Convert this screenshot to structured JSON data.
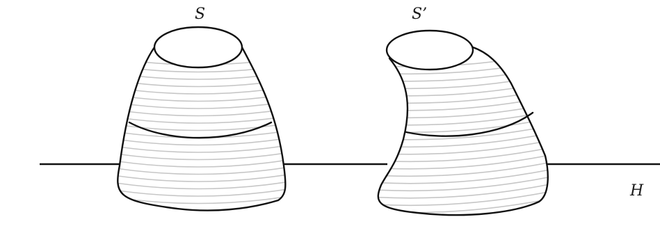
{
  "labels": {
    "surface_s": "S",
    "surface_s_prime": "S’",
    "plane_h": "H"
  },
  "colors": {
    "outline": "#111111",
    "hatching": "#c6c6c6",
    "background": "#ffffff"
  }
}
